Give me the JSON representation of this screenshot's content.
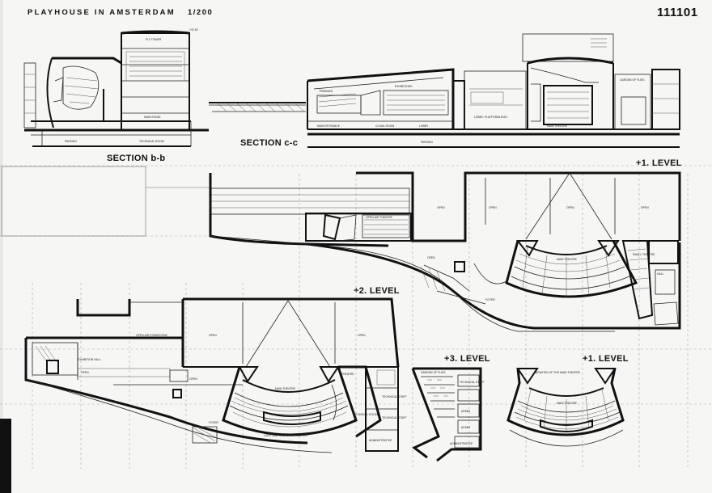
{
  "sheet": {
    "title": "PLAYHOUSE IN AMSTERDAM",
    "scale": "1/200",
    "number": "111101"
  },
  "drawings": {
    "section_bb": {
      "label": "SECTION b-b",
      "annotations": [
        "FLY TOWER",
        "MAIN STAGE",
        "TECHNICAL ROOM",
        "PARKING"
      ]
    },
    "section_cc": {
      "label": "SECTION c-c",
      "annotations": [
        "TRIBUNES",
        "EXHIBITIONS",
        "MAIN ENTRANCE",
        "CLOAK-ROOM",
        "LOBBY",
        "LOBBY, PLATFORMLEVEL",
        "MAIN THEATRE",
        "PARKING",
        "GARDEN OF FLIES"
      ]
    },
    "level1": {
      "label": "+1. LEVEL",
      "annotations": [
        "OPEN-AIR THEATRE",
        "OPEN",
        "MAIN THEATRE",
        "SMALL THEATRE",
        "HALL",
        "FOYER"
      ]
    },
    "level2": {
      "label": "+2. LEVEL",
      "annotations": [
        "OPEN-AIR EXHIBITIONS",
        "EXHIBITION HALL",
        "OPEN",
        "MAIN THEATRE",
        "LIGHT AND SOUND REGULATION",
        "TECHNICAL ROOM",
        "TECHNICAL STAFF",
        "ADMINISTRATIVE",
        "FOYER",
        "THEATRE"
      ]
    },
    "level3": {
      "label": "+3. LEVEL",
      "annotations": [
        "GARDEN OF FLIES",
        "TECHNICAL STAFF",
        "ADMIN",
        "ADMINISTRATIVE"
      ]
    },
    "variation": {
      "label": "+1. LEVEL",
      "annotations": [
        "VARIATION OF THE MAIN THEATRE",
        "MAIN THEATRE"
      ]
    }
  }
}
